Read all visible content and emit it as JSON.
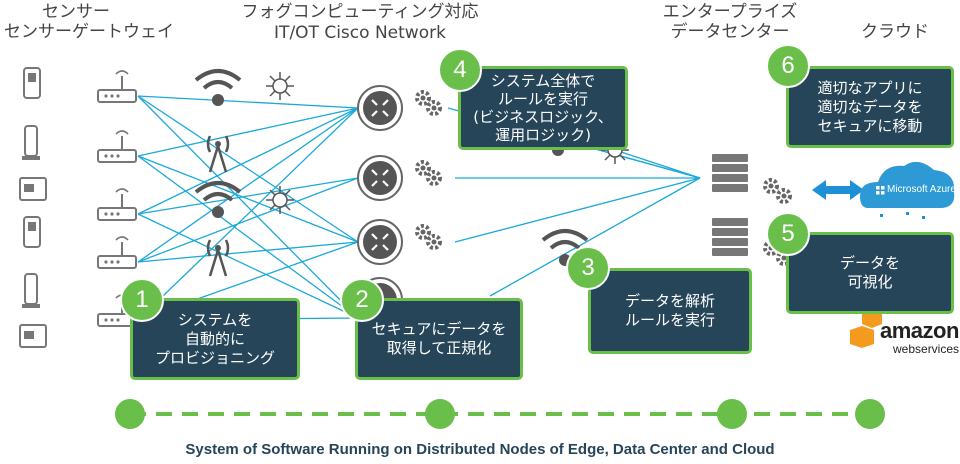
{
  "headers": {
    "sensors": "センサー",
    "gateways": "センサーゲートウェイ",
    "fog": "フォグコンピューティング対応",
    "fog_sub": "IT/OT Cisco Network",
    "enterprise_l1": "エンタープライズ",
    "enterprise_l2": "データセンター",
    "cloud": "クラウド"
  },
  "steps": [
    {
      "num": "1",
      "text": "システムを\n自動的に\nプロビジョニング"
    },
    {
      "num": "2",
      "text": "セキュアにデータを\n取得して正規化"
    },
    {
      "num": "3",
      "text": "データを解析\nルールを実行"
    },
    {
      "num": "4",
      "text": "システム全体で\nルールを実行\n(ビジネスロジック、\n運用ロジック)"
    },
    {
      "num": "5",
      "text": "データを\n可視化"
    },
    {
      "num": "6",
      "text": "適切なアプリに\n適切なデータを\nセキュアに移動"
    }
  ],
  "logos": {
    "azure": "Microsoft Azure",
    "aws_main": "amazon",
    "aws_sub": "webservices"
  },
  "footer": "System of Software Running on Distributed Nodes of Edge, Data Center and Cloud",
  "colors": {
    "accent_green": "#6abf4b",
    "box_navy": "#264559",
    "line_cyan": "#1ba9d8",
    "icon_gray": "#777777",
    "azure_blue": "#1e90d8",
    "aws_orange": "#f39a1f"
  }
}
